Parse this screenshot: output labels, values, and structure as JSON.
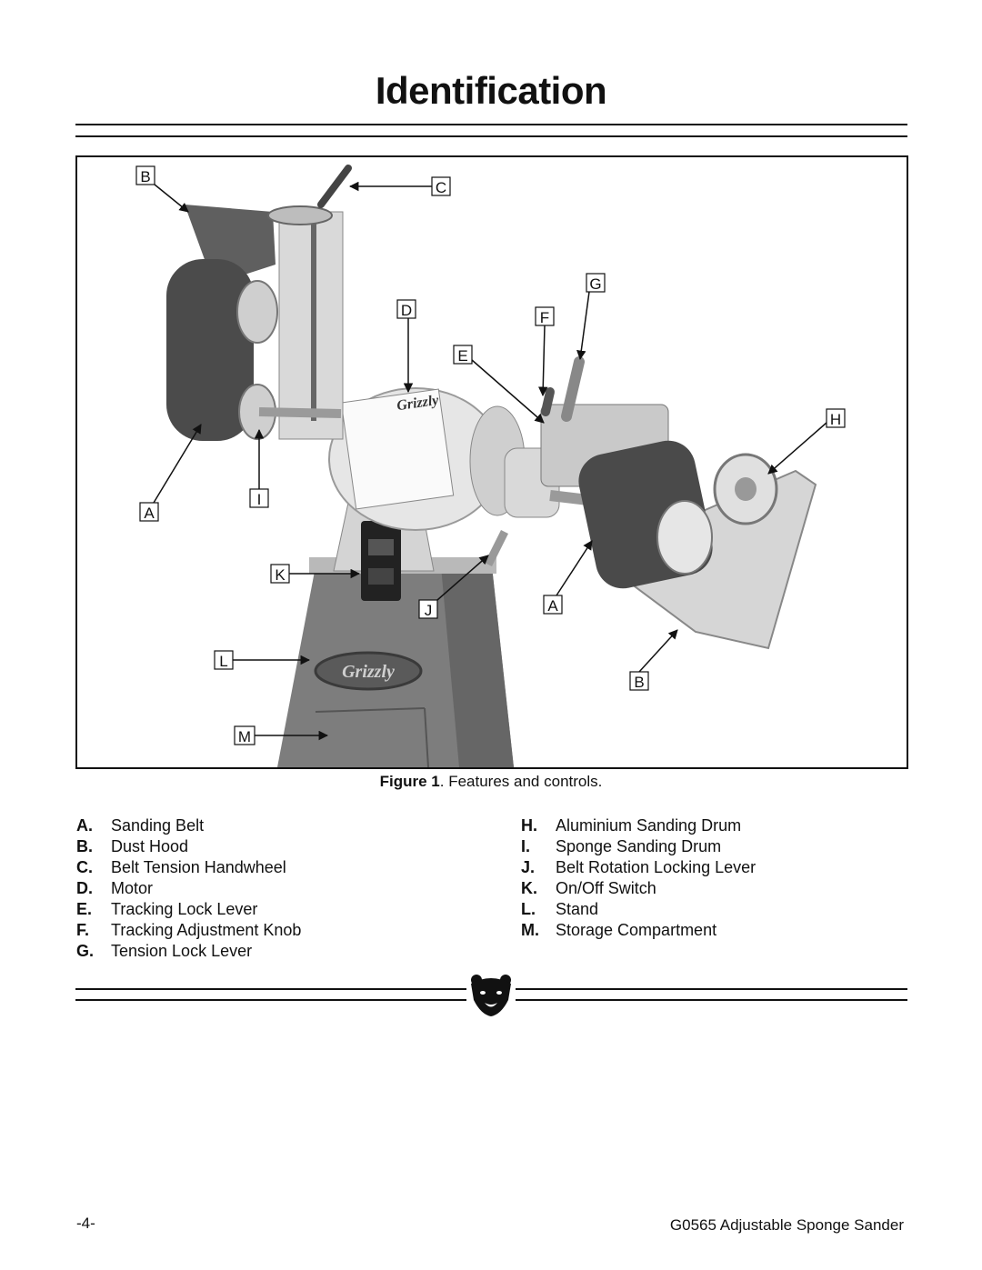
{
  "page": {
    "title": "Identification",
    "page_number": "-4-",
    "footer_title": "G0565 Adjustable Sponge Sander"
  },
  "figure": {
    "caption_bold": "Figure 1",
    "caption_rest": ". Features and controls.",
    "callouts": [
      "B",
      "C",
      "G",
      "D",
      "F",
      "E",
      "H",
      "I",
      "A",
      "K",
      "J",
      "A",
      "L",
      "B",
      "M"
    ],
    "label_decal_brand": "Grizzly",
    "stand_brand": "Grizzly"
  },
  "legend": {
    "left": [
      {
        "key": "A.",
        "text": "Sanding Belt"
      },
      {
        "key": "B.",
        "text": "Dust Hood"
      },
      {
        "key": "C.",
        "text": "Belt Tension Handwheel"
      },
      {
        "key": "D.",
        "text": "Motor"
      },
      {
        "key": "E.",
        "text": "Tracking Lock Lever"
      },
      {
        "key": "F.",
        "text": "Tracking Adjustment Knob"
      },
      {
        "key": "G.",
        "text": "Tension Lock Lever"
      }
    ],
    "right": [
      {
        "key": "H.",
        "text": "Aluminium Sanding Drum"
      },
      {
        "key": "I.",
        "text": "Sponge Sanding Drum"
      },
      {
        "key": "J.",
        "text": "Belt Rotation Locking Lever"
      },
      {
        "key": "K.",
        "text": "On/Off Switch"
      },
      {
        "key": "L.",
        "text": "Stand"
      },
      {
        "key": "M.",
        "text": "Storage Compartment"
      }
    ]
  },
  "icons": {
    "footer_logo": "bear-head-icon"
  }
}
